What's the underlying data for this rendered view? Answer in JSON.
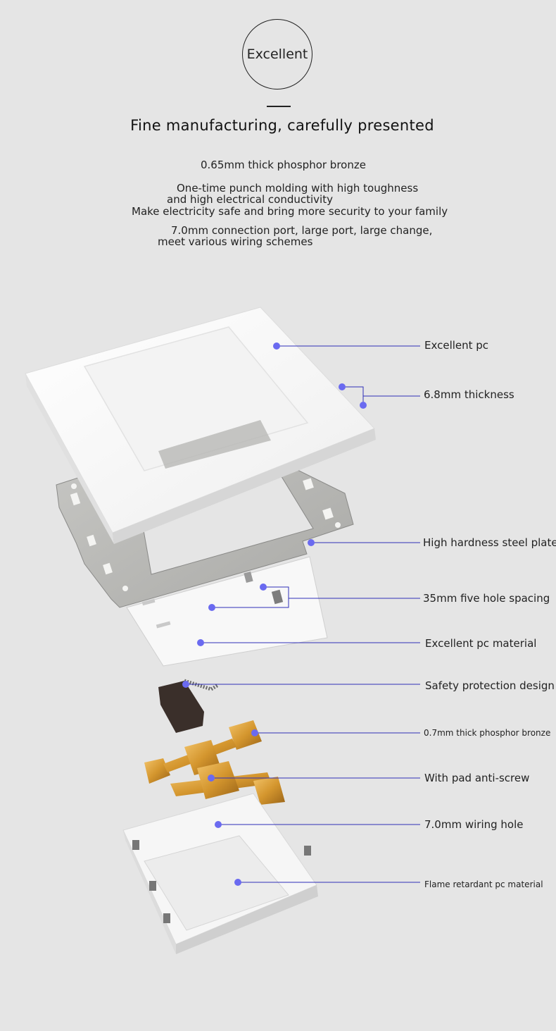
{
  "header": {
    "badge": "Excellent",
    "headline": "Fine manufacturing, carefully presented"
  },
  "intro": {
    "line1": "0.65mm thick phosphor bronze",
    "line2": "One-time punch molding with high toughness",
    "line3": "and high electrical conductivity",
    "line4": "Make electricity safe and bring more security to your family",
    "line5": "7.0mm connection port, large port, large change,",
    "line6": "meet various wiring schemes"
  },
  "callouts": [
    "Excellent pc",
    "6.8mm thickness",
    "High hardness steel plate",
    "35mm five hole spacing",
    "Excellent pc material",
    "Safety protection design",
    "0.7mm thick phosphor bronze",
    "With pad anti-screw",
    "7.0mm wiring hole",
    "Flame retardant pc material"
  ],
  "colors": {
    "background": "#e5e5e5",
    "pointer": "#2f2fb8",
    "dot": "#6a6af0",
    "bronze": "#d4962e"
  }
}
